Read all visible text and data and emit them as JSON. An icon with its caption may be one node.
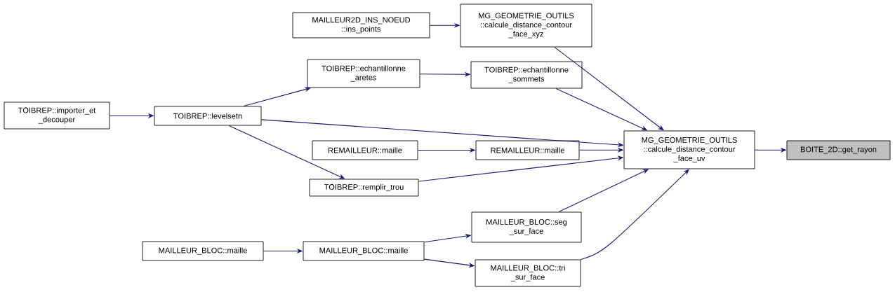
{
  "diagram": {
    "nodes": [
      {
        "text": [
          "BOITE_2D::get_rayon"
        ]
      },
      {
        "text": [
          "MG_GEOMETRIE_OUTILS ::calcule_distance_contour _face_uv"
        ]
      },
      {
        "text": [
          "MG_GEOMETRIE_OUTILS ::calcule_distance_contour _face_xyz"
        ]
      },
      {
        "text": [
          "MAILLEUR2D_INS_NOEUD ::ins_points"
        ]
      },
      {
        "text": [
          "TOIBREP::echantillonne _sommets"
        ]
      },
      {
        "text": [
          "TOIBREP::echantillonne _aretes"
        ]
      },
      {
        "text": [
          "TOIBREP::levelsetn"
        ]
      },
      {
        "text": [
          "TOIBREP::importer_et _decouper"
        ]
      },
      {
        "text": [
          "REMAILLEUR::maille"
        ]
      },
      {
        "text": [
          "REMAILLEUR::maille"
        ]
      },
      {
        "text": [
          "TOIBREP::remplir_trou"
        ]
      },
      {
        "text": [
          "MAILLEUR_BLOC::seg _sur_face"
        ]
      },
      {
        "text": [
          "MAILLEUR_BLOC::maille"
        ]
      },
      {
        "text": [
          "MAILLEUR_BLOC::maille"
        ]
      },
      {
        "text": [
          "MAILLEUR_BLOC::tri _sur_face"
        ]
      }
    ],
    "edges": [
      {
        "from": 1,
        "to": 0,
        "arrow": "to"
      },
      {
        "from": 2,
        "to": 1,
        "arrow": "to"
      },
      {
        "from": 3,
        "to": 2,
        "arrow": "to"
      },
      {
        "from": 4,
        "to": 1,
        "arrow": "to"
      },
      {
        "from": 5,
        "to": 4,
        "arrow": "to"
      },
      {
        "from": 6,
        "to": 5,
        "arrow": "to"
      },
      {
        "from": 7,
        "to": 6,
        "arrow": "to"
      },
      {
        "from": 6,
        "to": 1,
        "arrow": "to"
      },
      {
        "from": 6,
        "to": 10,
        "arrow": "to"
      },
      {
        "from": 8,
        "to": 1,
        "arrow": "to"
      },
      {
        "from": 9,
        "to": 8,
        "arrow": "to"
      },
      {
        "from": 10,
        "to": 1,
        "arrow": "to"
      },
      {
        "from": 11,
        "to": 1,
        "arrow": "to"
      },
      {
        "from": 14,
        "to": 1,
        "arrow": "to"
      },
      {
        "from": 12,
        "to": 11,
        "arrow": "to"
      },
      {
        "from": 12,
        "to": 14,
        "arrow": "to"
      },
      {
        "from": 13,
        "to": 12,
        "arrow": "to"
      }
    ]
  }
}
